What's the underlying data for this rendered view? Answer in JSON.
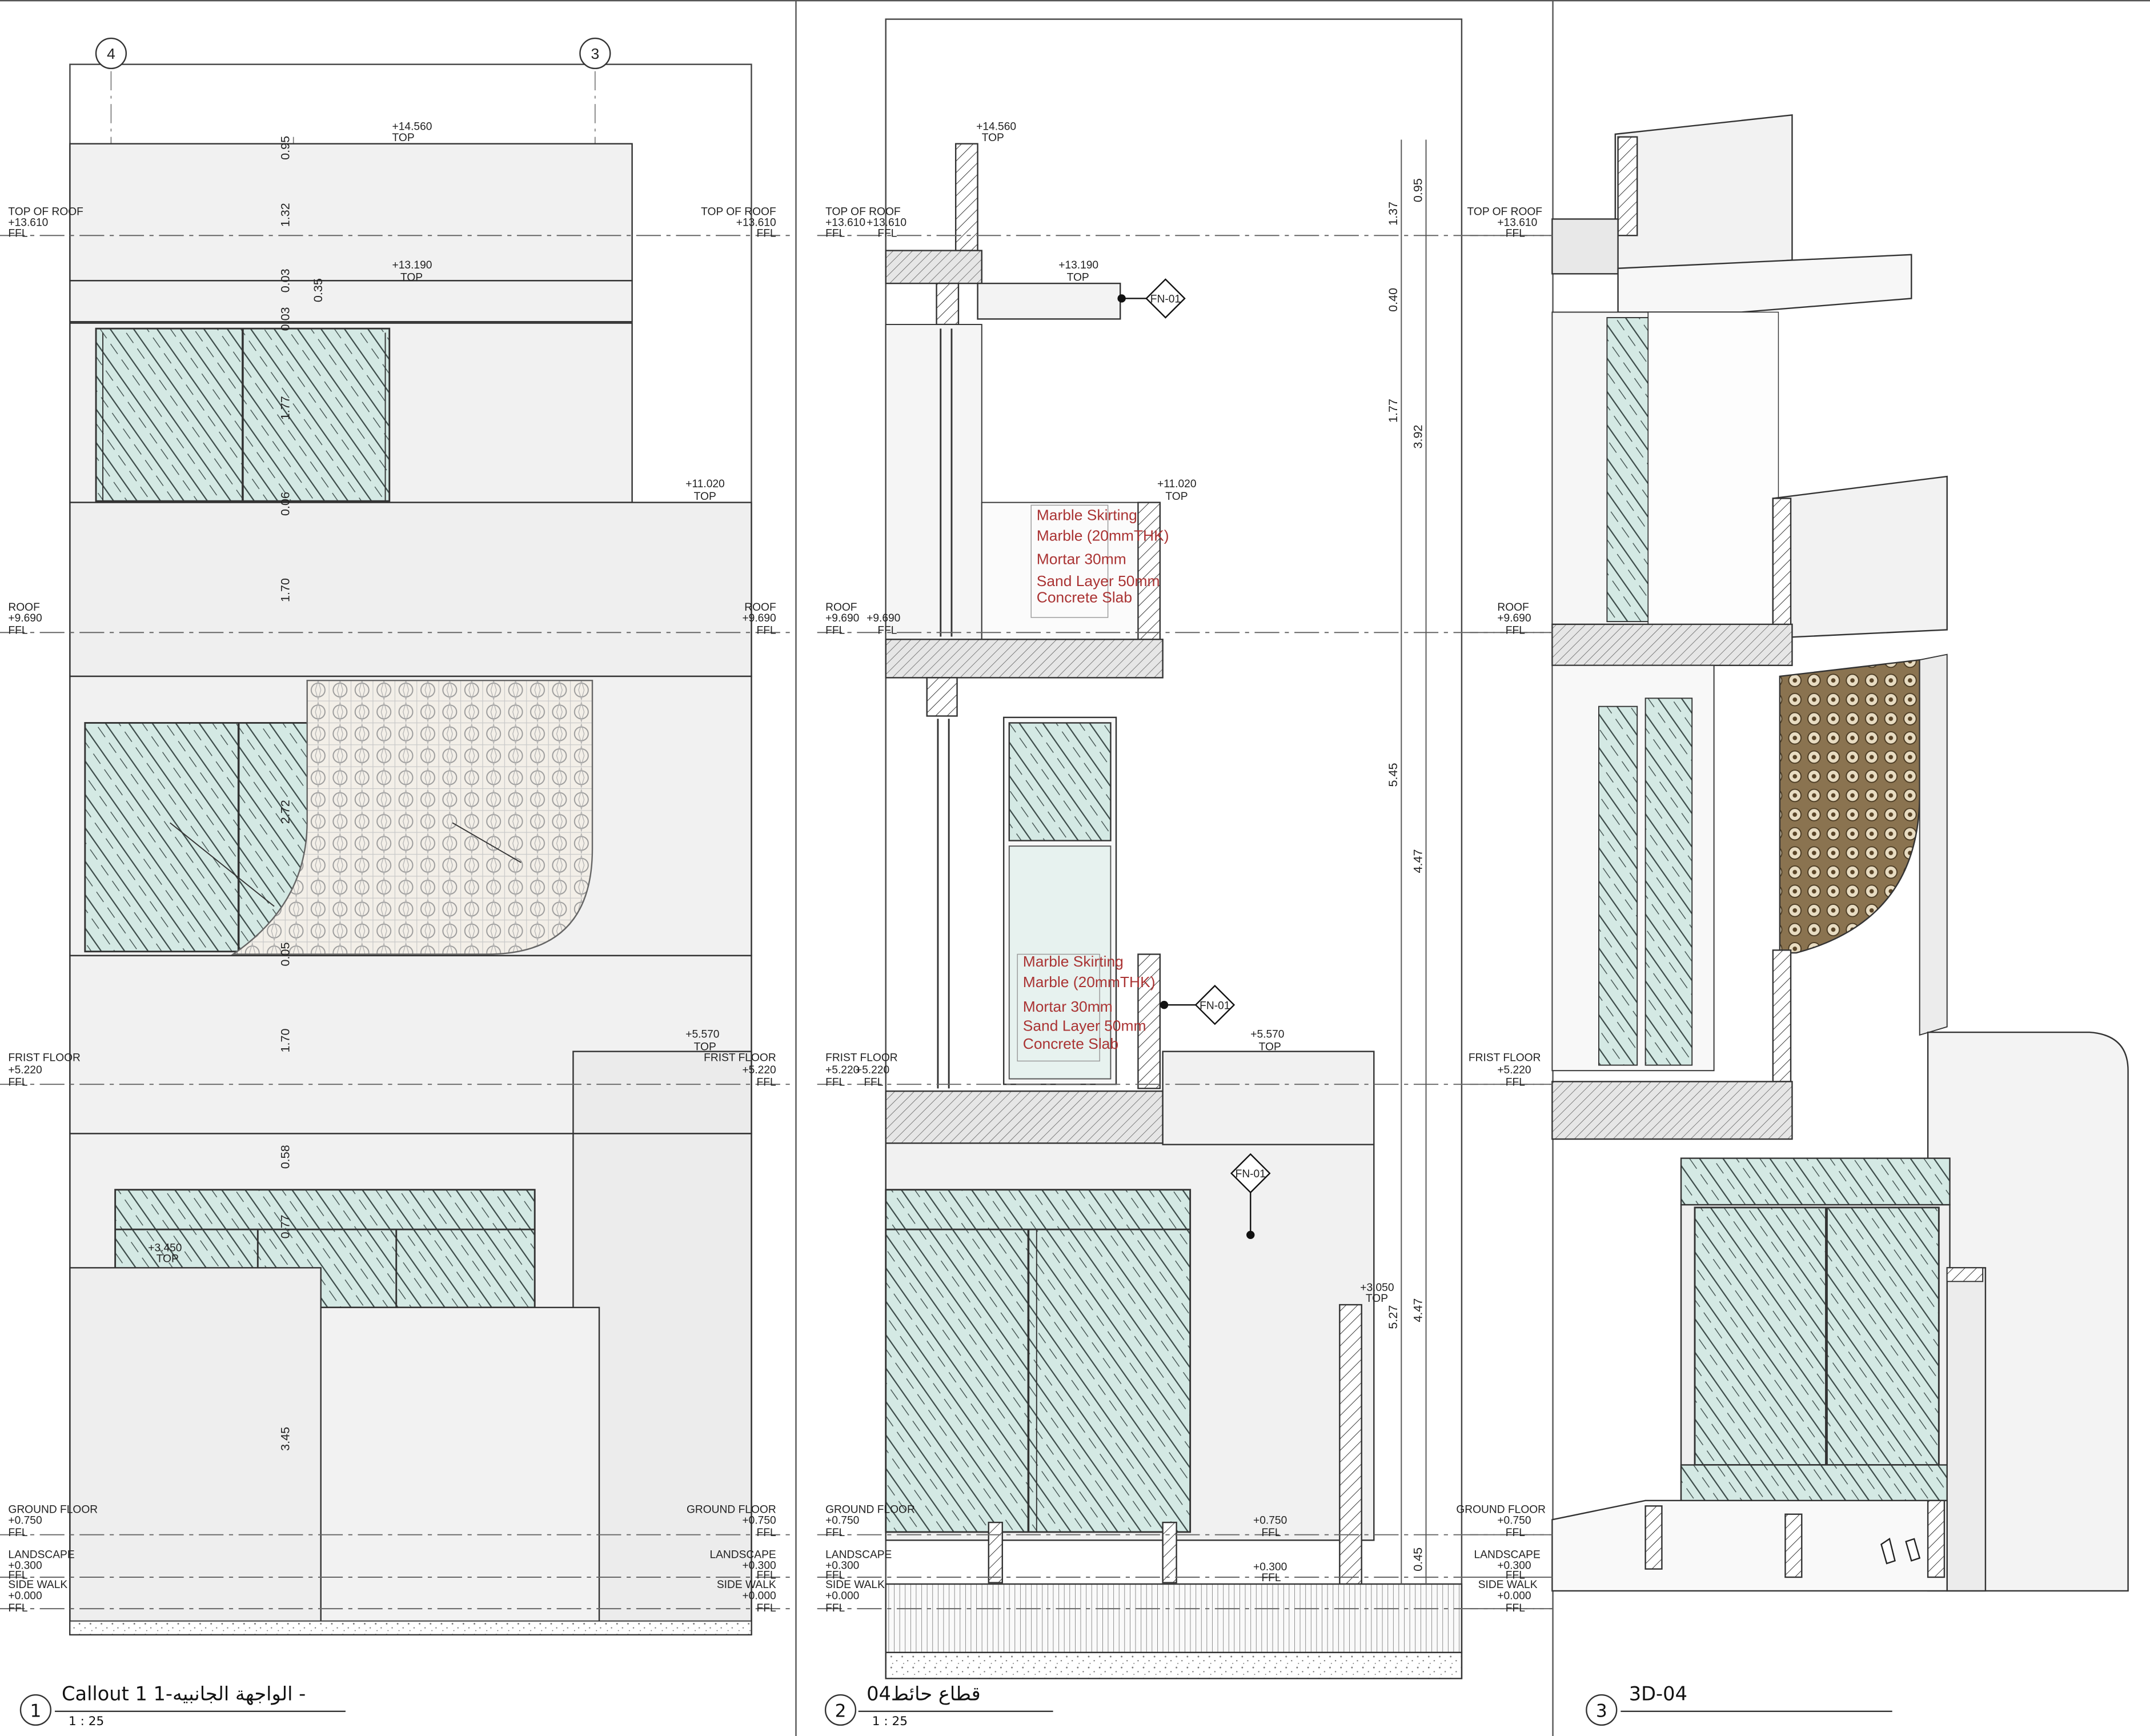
{
  "panels": [
    {
      "number": "1",
      "title": "Callout 1 1-الواجهة الجانبيه -",
      "scale": "1 : 25"
    },
    {
      "number": "2",
      "title": "قطاع حائط04",
      "scale": "1 : 25"
    },
    {
      "number": "3",
      "title": "3D-04",
      "scale": ""
    }
  ],
  "grid_bubbles": [
    "4",
    "3"
  ],
  "levels": {
    "top_of_roof": {
      "name": "TOP OF ROOF",
      "value": "+13.610",
      "tag": "FFL"
    },
    "roof": {
      "name": "ROOF",
      "value": "+9.690",
      "tag": "FFL"
    },
    "first_floor": {
      "name": "FRIST FLOOR",
      "value": "+5.220",
      "tag": "FFL"
    },
    "ground_floor": {
      "name": "GROUND FLOOR",
      "value": "+0.750",
      "tag": "FFL"
    },
    "landscape": {
      "name": "LANDSCAPE",
      "value": "+0.300",
      "tag": "FFL"
    },
    "side_walk": {
      "name": "SIDE WALK",
      "value": "+0.000",
      "tag": "FFL"
    }
  },
  "top_marks": [
    {
      "value": "+14.560",
      "tag": "TOP"
    },
    {
      "value": "+13.190",
      "tag": "TOP"
    },
    {
      "value": "+11.020",
      "tag": "TOP"
    },
    {
      "value": "+5.570",
      "tag": "TOP"
    },
    {
      "value": "+3.450",
      "tag": "TOP"
    },
    {
      "value": "+3.050",
      "tag": "TOP"
    },
    {
      "value": "+0.750",
      "tag": "FFL"
    },
    {
      "value": "+0.300",
      "tag": "FFL"
    }
  ],
  "dimensions_panel1": [
    "0.95",
    "1.32",
    "0.03",
    "0.35",
    "0.03",
    "1.77",
    "0.06",
    "1.70",
    "2.72",
    "0.05",
    "1.70",
    "0.58",
    "0.77",
    "3.45"
  ],
  "dimensions_panel2_inner": [
    "1.37",
    "0.40",
    "1.77",
    "5.45",
    "5.27"
  ],
  "dimensions_panel2_outer": [
    "0.95",
    "3.92",
    "4.47",
    "4.47",
    "0.45"
  ],
  "finish_tag": "FN-01",
  "floor_build_up_notes": [
    "Marble Skirting",
    "Marble (20mmTHK)",
    "Mortar 30mm",
    "Sand Layer 50mm",
    "Concrete Slab"
  ],
  "colors": {
    "line": "#333333",
    "glass": "#d4e9e4",
    "wall": "#f1f1f1",
    "screen": "#efe9df",
    "screen_3d": "#8a7350",
    "note": "#aa3333"
  }
}
